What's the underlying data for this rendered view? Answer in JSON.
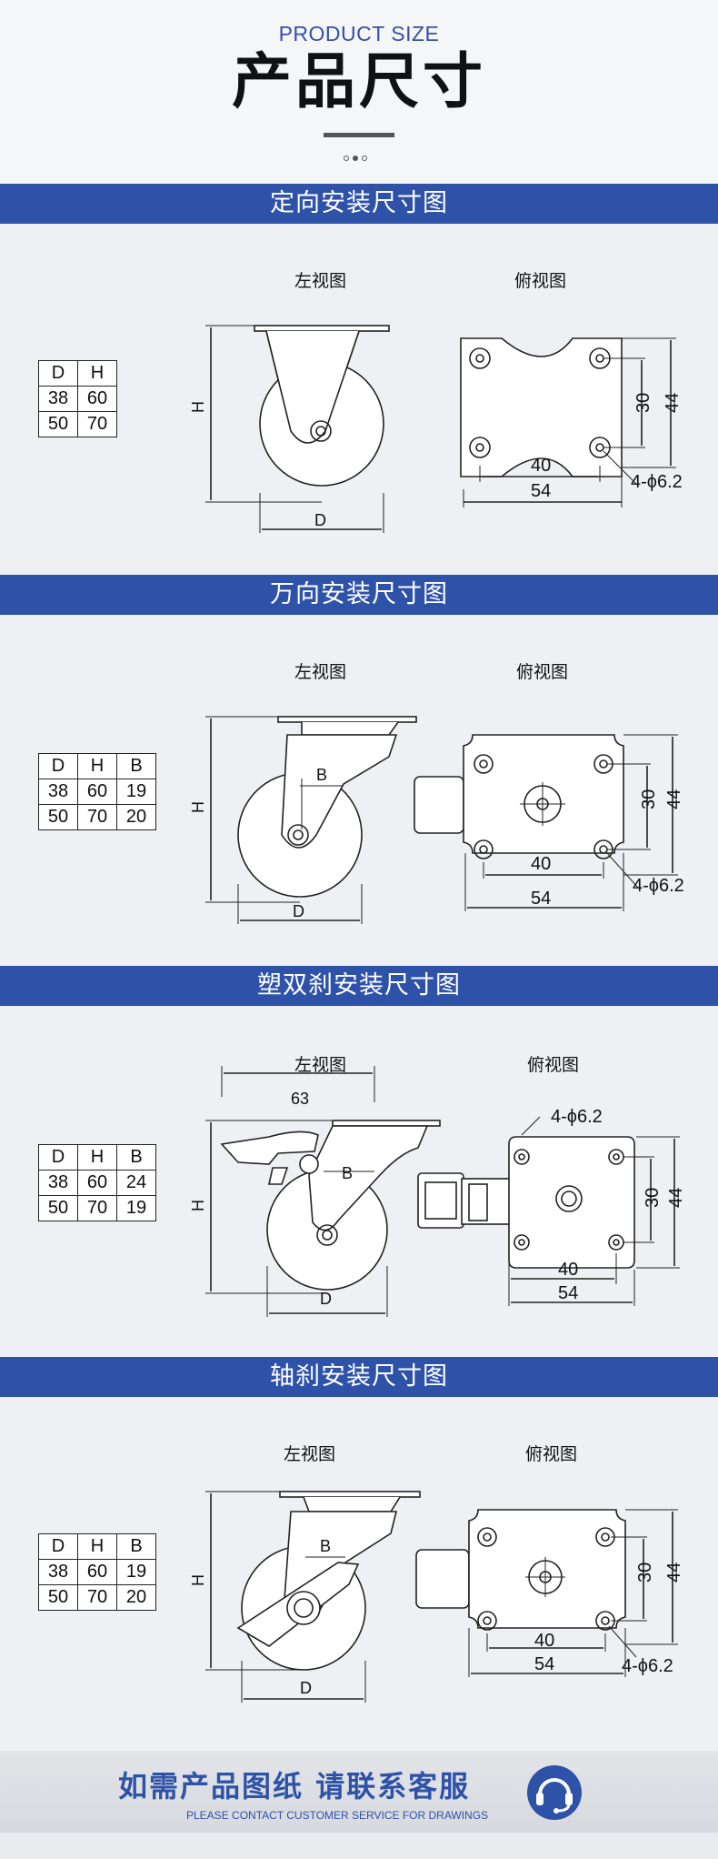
{
  "header": {
    "en": "PRODUCT SIZE",
    "cn": "产品尺寸"
  },
  "sections": [
    {
      "title": "定向安装尺寸图",
      "left_label": "左视图",
      "top_label": "俯视图",
      "table": {
        "headers": [
          "D",
          "H"
        ],
        "rows": [
          [
            "38",
            "60"
          ],
          [
            "50",
            "70"
          ]
        ]
      },
      "dims": {
        "H": "H",
        "D": "D",
        "a": "30",
        "b": "44",
        "c": "40",
        "d": "54",
        "hole": "4-ϕ6.2"
      }
    },
    {
      "title": "万向安装尺寸图",
      "left_label": "左视图",
      "top_label": "俯视图",
      "table": {
        "headers": [
          "D",
          "H",
          "B"
        ],
        "rows": [
          [
            "38",
            "60",
            "19"
          ],
          [
            "50",
            "70",
            "20"
          ]
        ]
      },
      "dims": {
        "H": "H",
        "D": "D",
        "B": "B",
        "a": "30",
        "b": "44",
        "c": "40",
        "d": "54",
        "hole": "4-ϕ6.2"
      }
    },
    {
      "title": "塑双刹安装尺寸图",
      "left_label": "左视图",
      "top_label": "俯视图",
      "table": {
        "headers": [
          "D",
          "H",
          "B"
        ],
        "rows": [
          [
            "38",
            "60",
            "24"
          ],
          [
            "50",
            "70",
            "19"
          ]
        ]
      },
      "dims": {
        "H": "H",
        "D": "D",
        "B": "B",
        "w": "63",
        "a": "30",
        "b": "44",
        "c": "40",
        "d": "54",
        "hole": "4-ϕ6.2"
      }
    },
    {
      "title": "轴刹安装尺寸图",
      "left_label": "左视图",
      "top_label": "俯视图",
      "table": {
        "headers": [
          "D",
          "H",
          "B"
        ],
        "rows": [
          [
            "38",
            "60",
            "19"
          ],
          [
            "50",
            "70",
            "20"
          ]
        ]
      },
      "dims": {
        "H": "H",
        "D": "D",
        "B": "B",
        "a": "30",
        "b": "44",
        "c": "40",
        "d": "54",
        "hole": "4-ϕ6.2"
      }
    }
  ],
  "footer": {
    "cn": "如需产品图纸 请联系客服",
    "en": "PLEASE CONTACT CUSTOMER SERVICE FOR DRAWINGS",
    "icon": "headset-icon"
  },
  "colors": {
    "band": "#2e52a8",
    "accent": "#3550a8",
    "background": "#eef0f4"
  }
}
